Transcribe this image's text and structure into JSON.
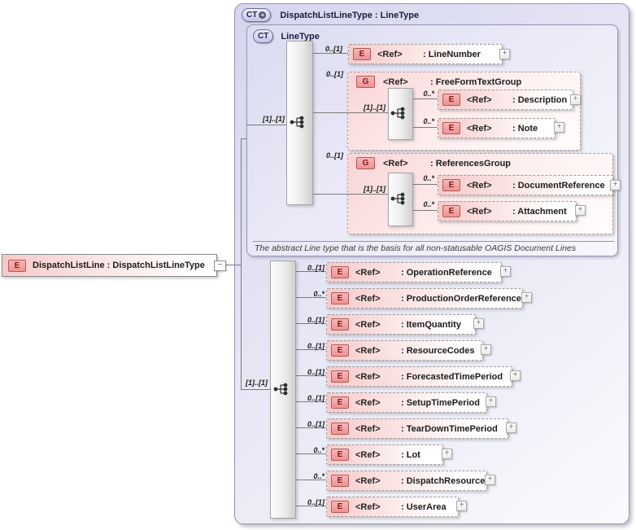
{
  "colors": {
    "lavender_fill": "#d9d9f0",
    "pink_fill": "#f7caca",
    "badge_red": "#b05a5a",
    "badge_blue": "#6f6fa0",
    "line_gray": "#7b7b7b"
  },
  "icons": {
    "plus": "+",
    "minus": "−",
    "derived_plus": "+",
    "sequence_icon": "sequence"
  },
  "root_element": {
    "badge": "E",
    "label": "DispatchListLine : DispatchListLineType"
  },
  "outer_type": {
    "badge": "CT",
    "title": "DispatchListLineType : LineType"
  },
  "base_type": {
    "badge": "CT",
    "title": "LineType",
    "sequence_cardinality": "[1]..[1]",
    "annotation": "The abstract Line type that is the basis for all non-statusable OAGIS Document Lines",
    "line_number": {
      "cardinality": "0..[1]",
      "badge": "E",
      "ref": "<Ref>",
      "name": ": LineNumber"
    },
    "free_form_text_group": {
      "cardinality": "0..[1]",
      "badge": "G",
      "ref": "<Ref>",
      "name": ": FreeFormTextGroup",
      "sequence_cardinality": "[1]..[1]",
      "description": {
        "cardinality": "0..*",
        "badge": "E",
        "ref": "<Ref>",
        "name": ": Description"
      },
      "note": {
        "cardinality": "0..*",
        "badge": "E",
        "ref": "<Ref>",
        "name": ": Note"
      }
    },
    "references_group": {
      "cardinality": "0..[1]",
      "badge": "G",
      "ref": "<Ref>",
      "name": ": ReferencesGroup",
      "sequence_cardinality": "[1]..[1]",
      "document_reference": {
        "cardinality": "0..*",
        "badge": "E",
        "ref": "<Ref>",
        "name": ": DocumentReference"
      },
      "attachment": {
        "cardinality": "0..*",
        "badge": "E",
        "ref": "<Ref>",
        "name": ": Attachment"
      }
    }
  },
  "extension": {
    "sequence_cardinality": "[1]..[1]",
    "rows": [
      {
        "cardinality": "0..[1]",
        "badge": "E",
        "ref": "<Ref>",
        "name": ": OperationReference"
      },
      {
        "cardinality": "0..*",
        "badge": "E",
        "ref": "<Ref>",
        "name": ": ProductionOrderReference"
      },
      {
        "cardinality": "0..[1]",
        "badge": "E",
        "ref": "<Ref>",
        "name": ": ItemQuantity"
      },
      {
        "cardinality": "0..[1]",
        "badge": "E",
        "ref": "<Ref>",
        "name": ": ResourceCodes"
      },
      {
        "cardinality": "0..[1]",
        "badge": "E",
        "ref": "<Ref>",
        "name": ": ForecastedTimePeriod"
      },
      {
        "cardinality": "0..[1]",
        "badge": "E",
        "ref": "<Ref>",
        "name": ": SetupTimePeriod"
      },
      {
        "cardinality": "0..[1]",
        "badge": "E",
        "ref": "<Ref>",
        "name": ": TearDownTimePeriod"
      },
      {
        "cardinality": "0..*",
        "badge": "E",
        "ref": "<Ref>",
        "name": ": Lot"
      },
      {
        "cardinality": "0..*",
        "badge": "E",
        "ref": "<Ref>",
        "name": ": DispatchResource"
      },
      {
        "cardinality": "0..[1]",
        "badge": "E",
        "ref": "<Ref>",
        "name": ": UserArea"
      }
    ]
  }
}
